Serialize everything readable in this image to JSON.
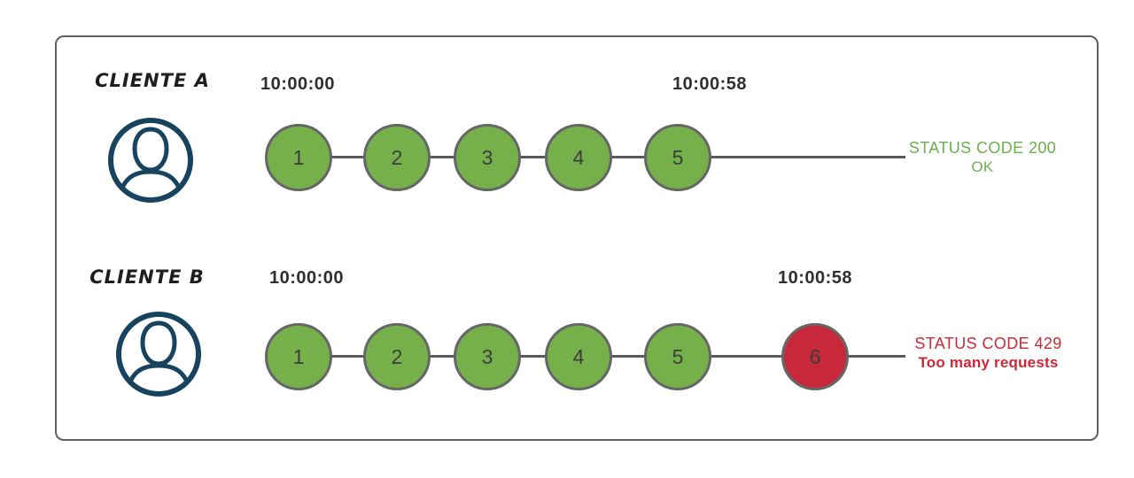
{
  "colors": {
    "ok": "#76b04a",
    "error": "#c8293a",
    "ok_text": "#6cb04e",
    "error_text": "#cc2936",
    "line": "#595959",
    "circle_border": "#666666",
    "frame_border": "#5f5f5f",
    "avatar": "#17435e",
    "timestamp_text": "#2f2f2f",
    "client_text": "#1e1e1e",
    "number_text": "#3d3d3d"
  },
  "rows": [
    {
      "client_label": "CLIENTE A",
      "start_time": "10:00:00",
      "end_time": "10:00:58",
      "requests": [
        {
          "n": "1",
          "state": "ok"
        },
        {
          "n": "2",
          "state": "ok"
        },
        {
          "n": "3",
          "state": "ok"
        },
        {
          "n": "4",
          "state": "ok"
        },
        {
          "n": "5",
          "state": "ok"
        }
      ],
      "status": {
        "line1": "STATUS CODE 200",
        "line2": "OK"
      }
    },
    {
      "client_label": "CLIENTE B",
      "start_time": "10:00:00",
      "end_time": "10:00:58",
      "requests": [
        {
          "n": "1",
          "state": "ok"
        },
        {
          "n": "2",
          "state": "ok"
        },
        {
          "n": "3",
          "state": "ok"
        },
        {
          "n": "4",
          "state": "ok"
        },
        {
          "n": "5",
          "state": "ok"
        },
        {
          "n": "6",
          "state": "error"
        }
      ],
      "status": {
        "line1": "STATUS CODE 429",
        "line2": "Too many requests"
      }
    }
  ]
}
